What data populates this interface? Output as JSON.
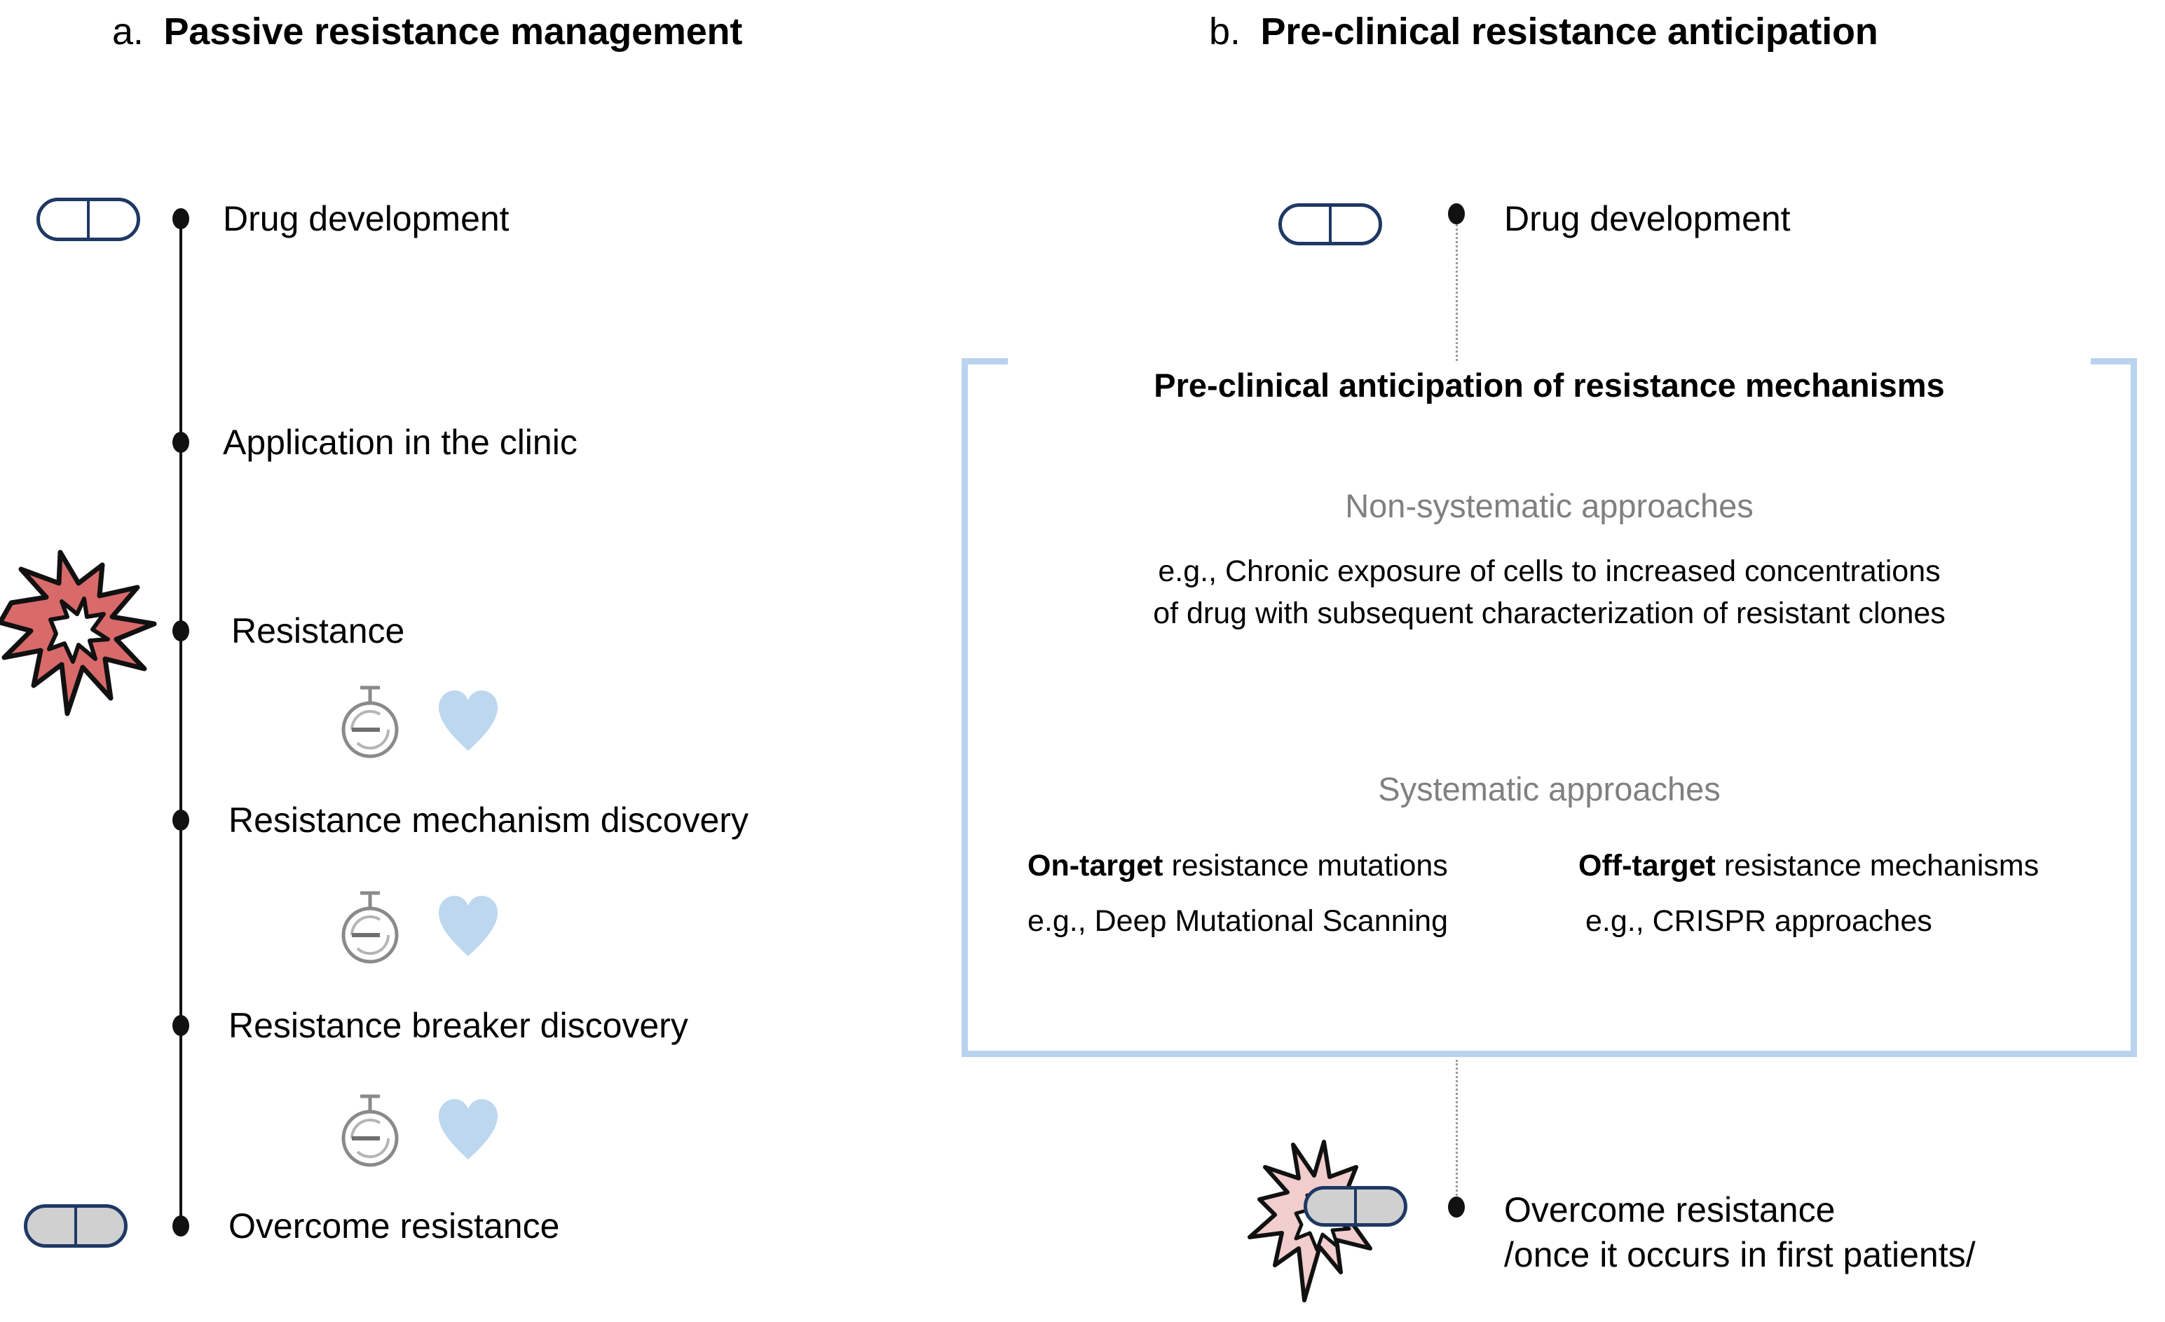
{
  "figure": {
    "background_color": "#ffffff",
    "accent_bracket_color": "#b9d3ef",
    "pill_outline_color": "#1f3864",
    "pill_fill_gray": "#d0d0d0",
    "burst_red_color": "#d96a6a",
    "burst_pink_color": "#f2cdcd",
    "heart_color": "#bdd7ef",
    "muted_text_color": "#808080",
    "stopwatch_color": "#8a8a8a"
  },
  "panel_a": {
    "letter": "a.",
    "title": "Passive resistance management",
    "timeline": [
      {
        "label": "Drug development",
        "icon": "pill-outline"
      },
      {
        "label": "Application in the clinic",
        "icon": "none"
      },
      {
        "label": "Resistance",
        "icon": "burst-red"
      },
      {
        "label": "Resistance mechanism discovery",
        "icon": "none"
      },
      {
        "label": "Resistance breaker discovery",
        "icon": "none"
      },
      {
        "label": "Overcome resistance",
        "icon": "pill-gray"
      }
    ],
    "delay_markers": [
      {
        "icons": [
          "stopwatch-icon",
          "heart-icon"
        ]
      },
      {
        "icons": [
          "stopwatch-icon",
          "heart-icon"
        ]
      },
      {
        "icons": [
          "stopwatch-icon",
          "heart-icon"
        ]
      }
    ]
  },
  "panel_b": {
    "letter": "b.",
    "title": "Pre-clinical resistance anticipation",
    "top_step": {
      "label": "Drug development",
      "icon": "pill-outline"
    },
    "box": {
      "heading": "Pre-clinical anticipation of resistance mechanisms",
      "sections": [
        {
          "heading": "Non-systematic approaches",
          "lines": [
            "e.g., Chronic exposure of cells to increased concentrations",
            "of drug with subsequent characterization of resistant clones"
          ]
        },
        {
          "heading": "Systematic approaches",
          "columns": [
            {
              "bold": "On-target",
              "rest": " resistance mutations",
              "example": "e.g., Deep Mutational Scanning"
            },
            {
              "bold": "Off-target",
              "rest": " resistance mechanisms",
              "example": "e.g., CRISPR approaches"
            }
          ]
        }
      ]
    },
    "bottom_step": {
      "line1": "Overcome resistance",
      "line2": "/once it occurs in first patients/",
      "icons": [
        "burst-pink",
        "pill-gray"
      ]
    }
  }
}
